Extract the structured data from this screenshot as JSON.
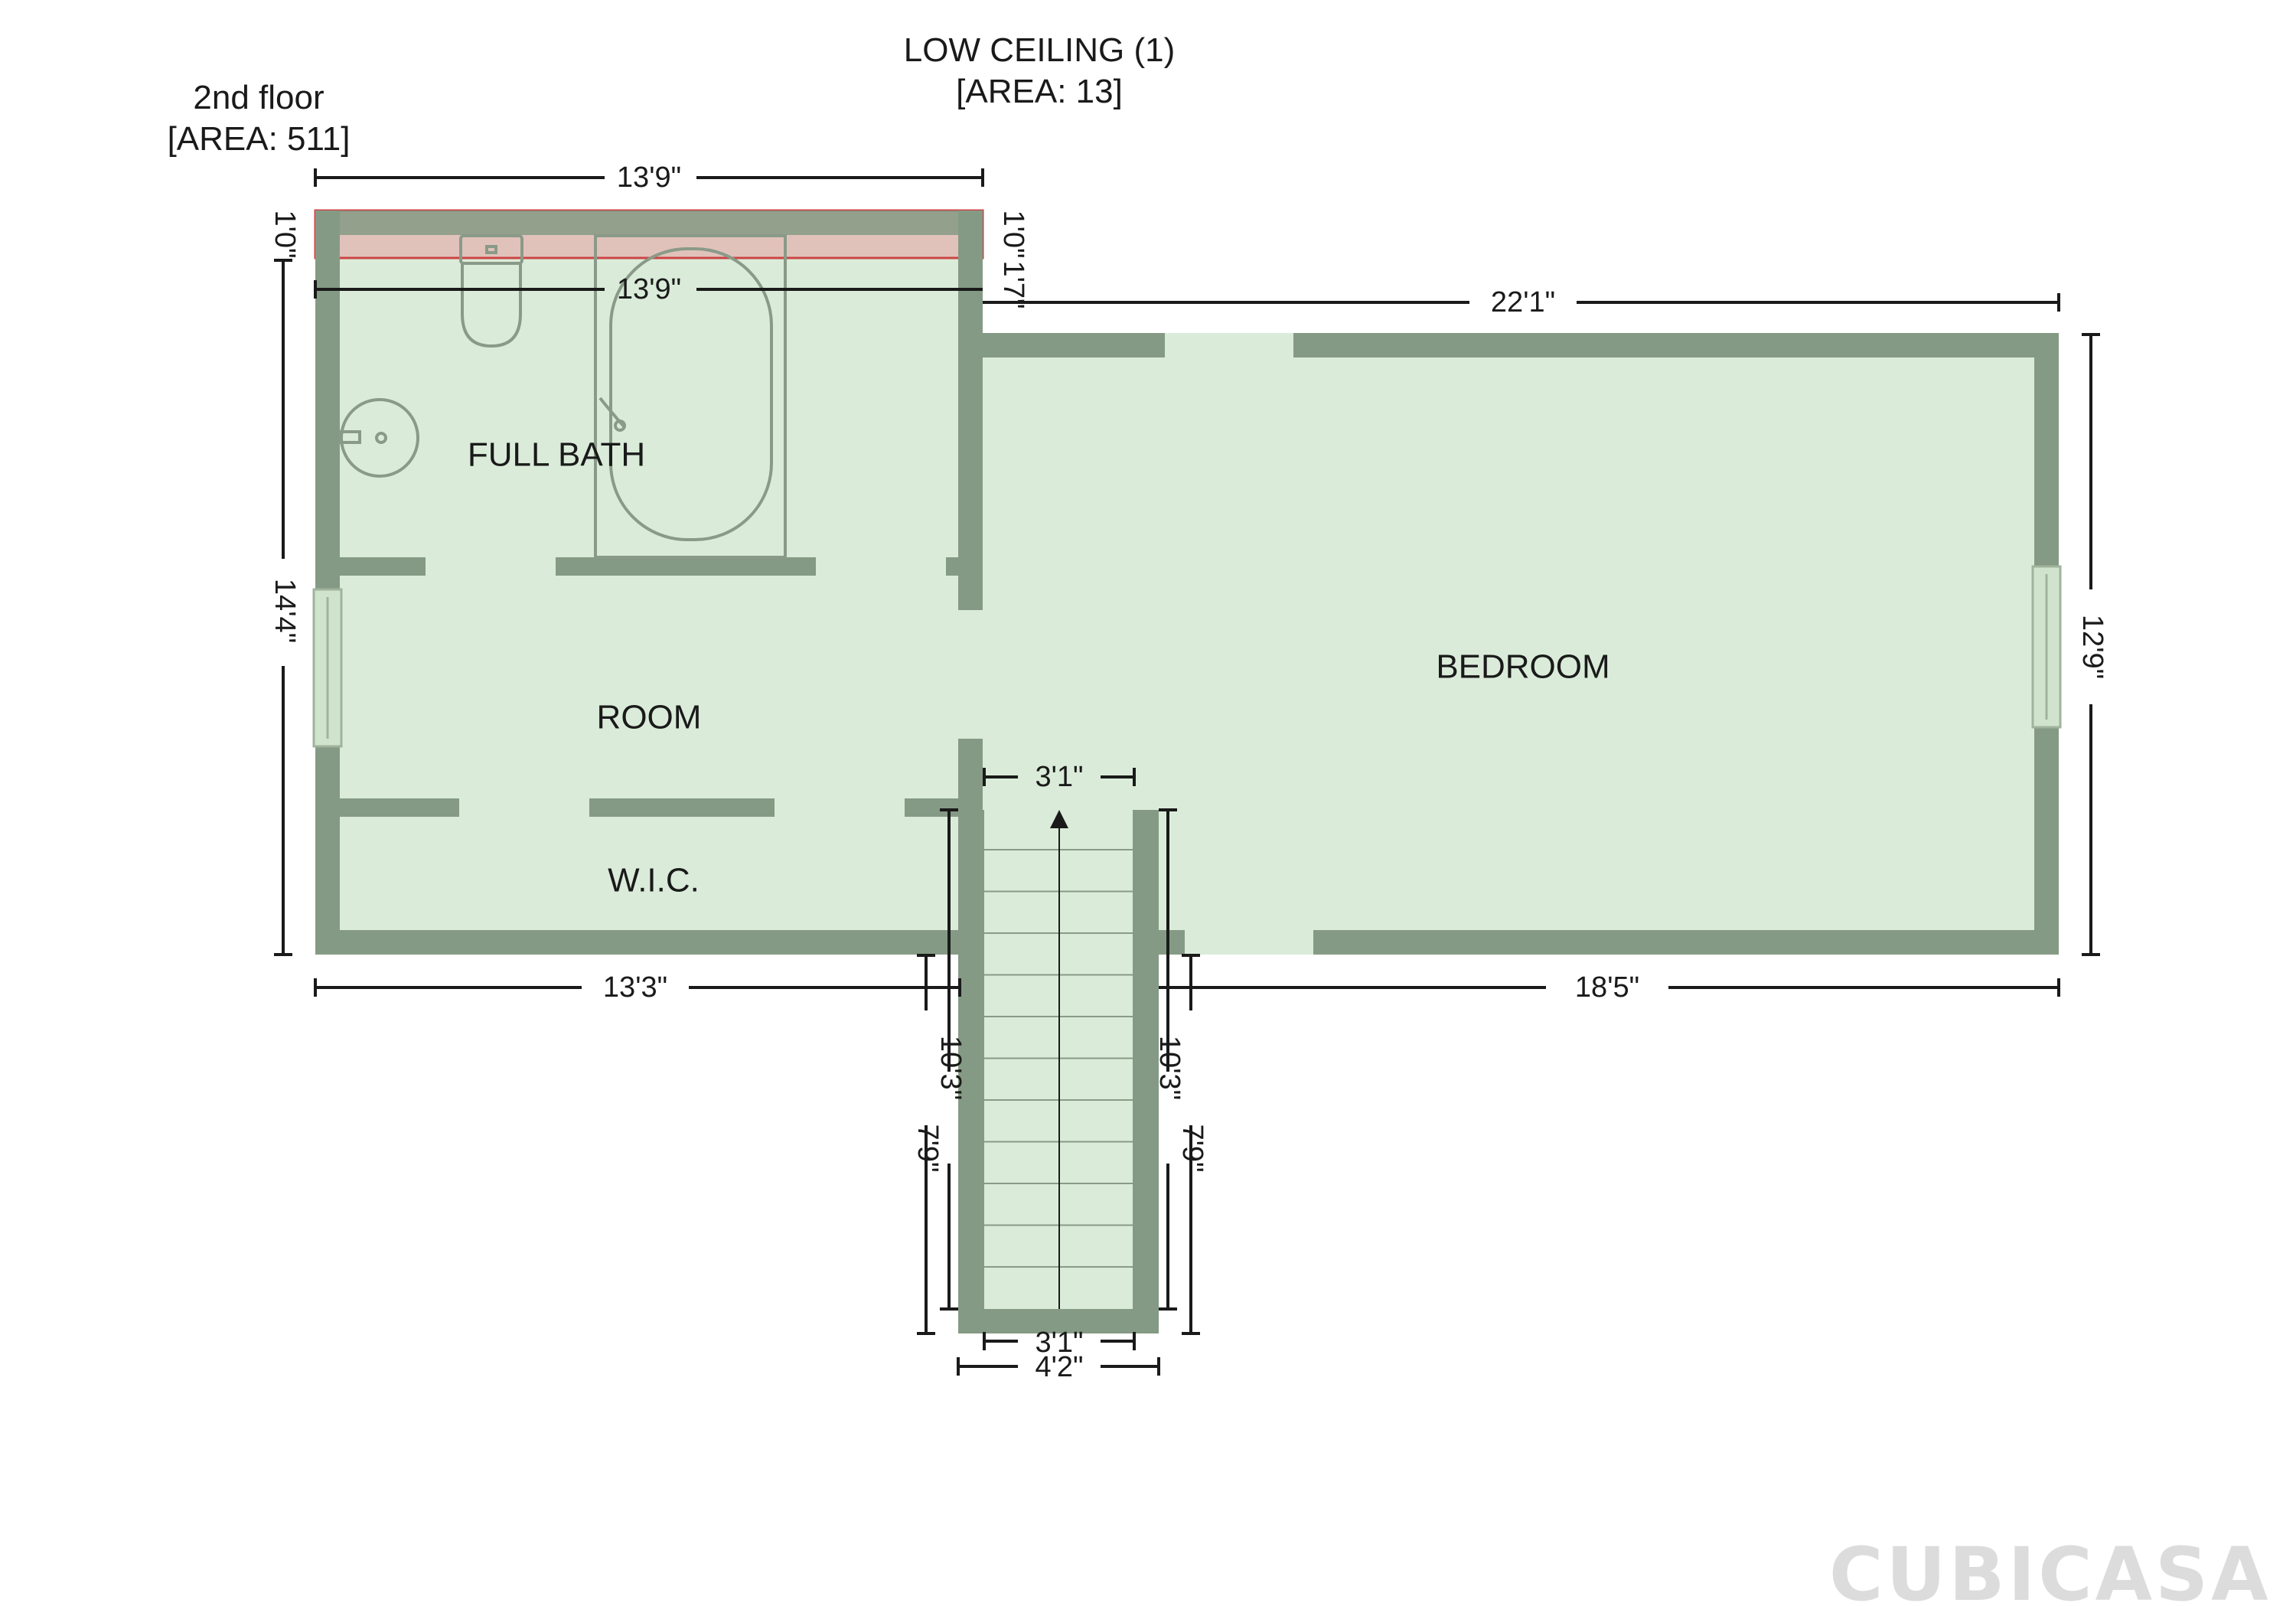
{
  "header": {
    "floor_name": "2nd floor",
    "floor_area": "[AREA: 511]",
    "low_ceiling_name": "LOW CEILING (1)",
    "low_ceiling_area": "[AREA: 13]"
  },
  "rooms": {
    "full_bath": "FULL BATH",
    "room": "ROOM",
    "wic": "W.I.C.",
    "bedroom": "BEDROOM"
  },
  "dimensions": {
    "top_width": "13'9\"",
    "inner_width": "13'9\"",
    "low_ceiling_left": "1'0\"",
    "low_ceiling_right": "1'0\"",
    "step_right": "1'7\"",
    "bedroom_width": "22'1\"",
    "left_height": "14'4\"",
    "right_height": "12'9\"",
    "bottom_left": "13'3\"",
    "bottom_right": "18'5\"",
    "stair_top": "3'1\"",
    "stair_left_outer": "10'3\"",
    "stair_right_outer": "10'3\"",
    "stair_left_inner": "7'9\"",
    "stair_right_inner": "7'9\"",
    "stair_bottom_inner": "3'1\"",
    "stair_bottom_outer": "4'2\""
  },
  "brand": {
    "logo_text": "CUBICASA"
  },
  "colors": {
    "wall": "#859a84",
    "floor": "#daecd9",
    "low_ceiling": "#e8a0a0",
    "text": "#1a1a1a"
  }
}
